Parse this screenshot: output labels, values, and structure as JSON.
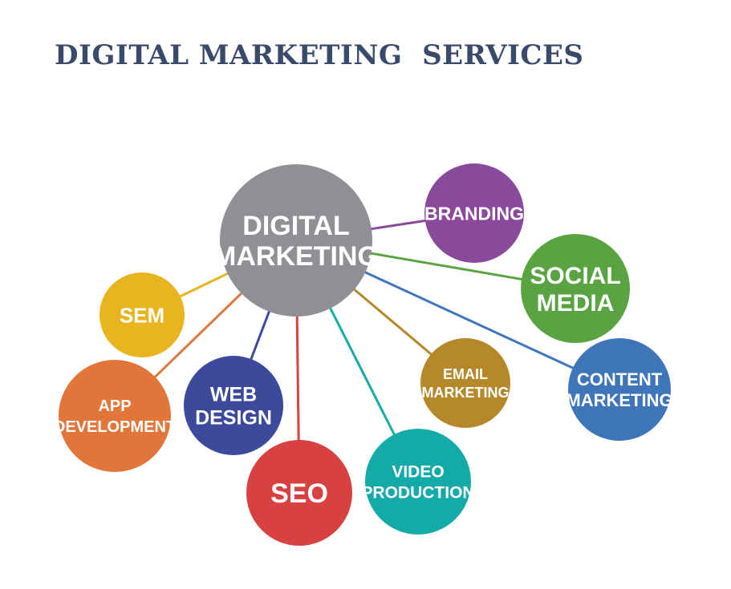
{
  "title": "DIGITAL MARKETING  SERVICES",
  "center": {
    "lines": [
      "DIGITAL",
      "MARKETING"
    ],
    "color": "#8e9096"
  },
  "nodes": [
    {
      "id": "branding",
      "lines": [
        "BRANDING"
      ],
      "color": "#8a4a9c"
    },
    {
      "id": "social-media",
      "lines": [
        "SOCIAL",
        "MEDIA"
      ],
      "color": "#5aa342"
    },
    {
      "id": "content-marketing",
      "lines": [
        "CONTENT",
        "MARKETING"
      ],
      "color": "#3f75b9"
    },
    {
      "id": "email-marketing",
      "lines": [
        "EMAIL",
        "MARKETING"
      ],
      "color": "#b5882a"
    },
    {
      "id": "video-production",
      "lines": [
        "VIDEO",
        "PRODUCTION"
      ],
      "color": "#14aaa8"
    },
    {
      "id": "seo",
      "lines": [
        "SEO"
      ],
      "color": "#d84142"
    },
    {
      "id": "web-design",
      "lines": [
        "WEB",
        "DESIGN"
      ],
      "color": "#3d4a9b"
    },
    {
      "id": "app-development",
      "lines": [
        "APP",
        "DEVELOPMENT"
      ],
      "color": "#e2763a"
    },
    {
      "id": "sem",
      "lines": [
        "SEM"
      ],
      "color": "#e8b420"
    }
  ]
}
